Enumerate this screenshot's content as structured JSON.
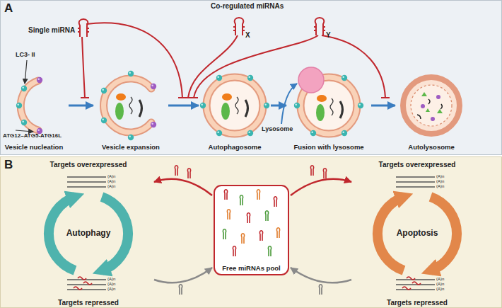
{
  "diagram": {
    "nodes": [
      {
        "text": [
          "A"
        ]
      },
      {
        "text": [
          "B"
        ]
      },
      {
        "text": [
          "Vesicle nucleation"
        ],
        "in": 0
      },
      {
        "text": [
          "Vesicle expansion"
        ],
        "in": 0
      },
      {
        "text": [
          "Autophagosome"
        ],
        "in": 0
      },
      {
        "text": [
          "Fusion with lysosome"
        ],
        "in": 0
      },
      {
        "text": [
          "Autolysosome"
        ],
        "in": 0
      },
      {
        "text": [
          "Targets overexpressed",
          "Autophagy",
          "Targets repressed"
        ],
        "in": 1
      },
      {
        "text": [
          "Free miRNAs pool"
        ],
        "in": 1
      },
      {
        "text": [
          "Targets overexpressed",
          "Apoptosis",
          "Targets repressed"
        ],
        "in": 1
      }
    ],
    "edges": [
      {
        "from": 2,
        "to": 3,
        "arrow": "to"
      },
      {
        "from": 3,
        "to": 4,
        "arrow": "to"
      },
      {
        "from": 4,
        "to": 5,
        "arrow": "to"
      },
      {
        "from": 5,
        "to": 6,
        "arrow": "to"
      },
      {
        "from": 8,
        "to": 7,
        "arrow": "to"
      },
      {
        "from": 7,
        "to": 8,
        "arrow": "to"
      },
      {
        "from": 8,
        "to": 9,
        "arrow": "to"
      },
      {
        "from": 9,
        "to": 8,
        "arrow": "to"
      }
    ],
    "labels": [
      "Co-regulated miRNAs",
      "Single miRNA",
      "X",
      "Y",
      "LC3- II",
      "ATG12–ATG5-ATG16L",
      "Lysosome",
      "(A)n",
      "(A)n",
      "(A)n",
      "(A)n",
      "(A)n",
      "(A)n",
      "(A)n",
      "(A)n",
      "(A)n",
      "(A)n",
      "(A)n",
      "(A)n"
    ]
  }
}
